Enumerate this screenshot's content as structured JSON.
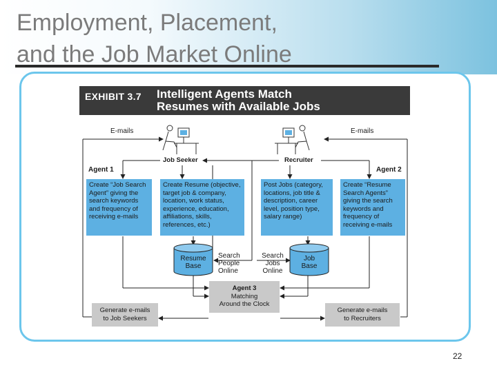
{
  "slide": {
    "title_line1": "Employment, Placement,",
    "title_line2": "and the Job Market Online",
    "page_number": "22"
  },
  "exhibit": {
    "number": "EXHIBIT 3.7",
    "title_line1": "Intelligent Agents Match",
    "title_line2": "Resumes with Available Jobs"
  },
  "diagram": {
    "emails_left": "E-mails",
    "emails_right": "E-mails",
    "job_seeker": "Job Seeker",
    "recruiter": "Recruiter",
    "agent1": "Agent 1",
    "agent2": "Agent 2",
    "box_create_job_search_agent": "Create “Job Search Agent” giving the search keywords and frequency of receiving e-mails",
    "box_create_resume": "Create Resume (objective, target job & company, location, work status, experience, education, affiliations, skills, references, etc.)",
    "box_post_jobs": "Post Jobs (category, locations, job title & description, career level, position type, salary range)",
    "box_create_resume_search_agents": "Create “Resume Search Agents” giving the search keywords and frequency of receiving e-mails",
    "resume_base_line1": "Resume",
    "resume_base_line2": "Base",
    "job_base_line1": "Job",
    "job_base_line2": "Base",
    "search_people_line1": "Search",
    "search_people_line2": "People",
    "search_people_line3": "Online",
    "search_jobs_line1": "Search",
    "search_jobs_line2": "Jobs",
    "search_jobs_line3": "Online",
    "agent3_line1": "Agent 3",
    "agent3_line2": "Matching",
    "agent3_line3": "Around the Clock",
    "gen_seekers_line1": "Generate e-mails",
    "gen_seekers_line2": "to Job Seekers",
    "gen_recruiters_line1": "Generate e-mails",
    "gen_recruiters_line2": "to Recruiters"
  },
  "colors": {
    "process_box": "#5db0e2",
    "output_box": "#c9c9c9",
    "frame_border": "#6cc6ec",
    "header_bar": "#3a3a3a"
  },
  "icons": {
    "job_seeker": "person-at-computer-icon",
    "recruiter": "person-at-computer-icon",
    "database": "database-cylinder-icon"
  }
}
